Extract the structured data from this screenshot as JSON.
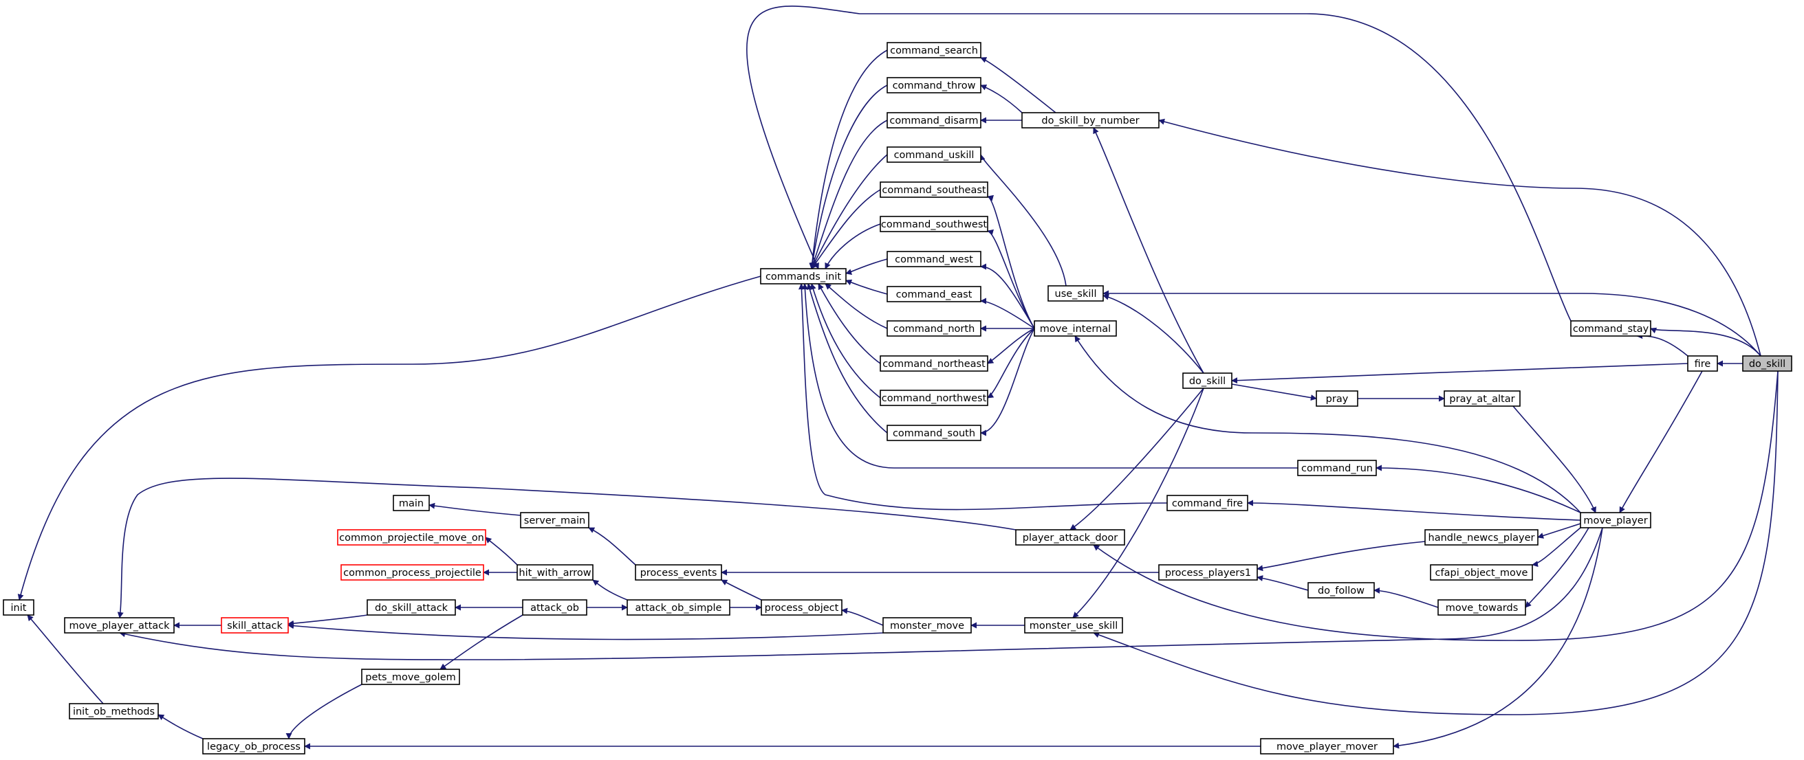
{
  "graph": {
    "type": "caller-graph",
    "edge_color": "#191970",
    "highlight_border_color": "#ff0000",
    "root_fill": "#bfbfbf",
    "nodes": [
      {
        "id": "do_skill_root",
        "label": "do_skill",
        "root": true
      },
      {
        "id": "fire",
        "label": "fire"
      },
      {
        "id": "command_stay",
        "label": "command_stay"
      },
      {
        "id": "do_skill",
        "label": "do_skill"
      },
      {
        "id": "use_skill",
        "label": "use_skill"
      },
      {
        "id": "do_skill_by_number",
        "label": "do_skill_by_number"
      },
      {
        "id": "command_search",
        "label": "command_search"
      },
      {
        "id": "command_throw",
        "label": "command_throw"
      },
      {
        "id": "command_disarm",
        "label": "command_disarm"
      },
      {
        "id": "command_uskill",
        "label": "command_uskill"
      },
      {
        "id": "command_southeast",
        "label": "command_southeast"
      },
      {
        "id": "command_southwest",
        "label": "command_southwest"
      },
      {
        "id": "command_west",
        "label": "command_west"
      },
      {
        "id": "command_east",
        "label": "command_east"
      },
      {
        "id": "command_north",
        "label": "command_north"
      },
      {
        "id": "command_northeast",
        "label": "command_northeast"
      },
      {
        "id": "command_northwest",
        "label": "command_northwest"
      },
      {
        "id": "command_south",
        "label": "command_south"
      },
      {
        "id": "commands_init",
        "label": "commands_init"
      },
      {
        "id": "move_internal",
        "label": "move_internal"
      },
      {
        "id": "pray",
        "label": "pray"
      },
      {
        "id": "pray_at_altar",
        "label": "pray_at_altar"
      },
      {
        "id": "command_run",
        "label": "command_run"
      },
      {
        "id": "command_fire",
        "label": "command_fire"
      },
      {
        "id": "move_player",
        "label": "move_player"
      },
      {
        "id": "handle_newcs_player",
        "label": "handle_newcs_player"
      },
      {
        "id": "cfapi_object_move",
        "label": "cfapi_object_move"
      },
      {
        "id": "move_towards",
        "label": "move_towards"
      },
      {
        "id": "do_follow",
        "label": "do_follow"
      },
      {
        "id": "process_players1",
        "label": "process_players1"
      },
      {
        "id": "player_attack_door",
        "label": "player_attack_door"
      },
      {
        "id": "monster_use_skill",
        "label": "monster_use_skill"
      },
      {
        "id": "monster_move",
        "label": "monster_move"
      },
      {
        "id": "process_object",
        "label": "process_object"
      },
      {
        "id": "process_events",
        "label": "process_events"
      },
      {
        "id": "server_main",
        "label": "server_main"
      },
      {
        "id": "main",
        "label": "main"
      },
      {
        "id": "attack_ob_simple",
        "label": "attack_ob_simple"
      },
      {
        "id": "attack_ob",
        "label": "attack_ob"
      },
      {
        "id": "hit_with_arrow",
        "label": "hit_with_arrow"
      },
      {
        "id": "common_projectile_move_on",
        "label": "common_projectile_move_on",
        "highlight": true
      },
      {
        "id": "common_process_projectile",
        "label": "common_process_projectile",
        "highlight": true
      },
      {
        "id": "do_skill_attack",
        "label": "do_skill_attack"
      },
      {
        "id": "skill_attack",
        "label": "skill_attack",
        "highlight": true
      },
      {
        "id": "move_player_attack",
        "label": "move_player_attack"
      },
      {
        "id": "pets_move_golem",
        "label": "pets_move_golem"
      },
      {
        "id": "legacy_ob_process",
        "label": "legacy_ob_process"
      },
      {
        "id": "init_ob_methods",
        "label": "init_ob_methods"
      },
      {
        "id": "init",
        "label": "init"
      },
      {
        "id": "move_player_mover",
        "label": "move_player_mover"
      }
    ],
    "edges": [
      {
        "from": "do_skill_root",
        "to": "fire"
      },
      {
        "from": "do_skill_root",
        "to": "command_stay"
      },
      {
        "from": "do_skill_root",
        "to": "do_skill_by_number"
      },
      {
        "from": "do_skill_root",
        "to": "use_skill"
      },
      {
        "from": "do_skill_root",
        "to": "player_attack_door"
      },
      {
        "from": "do_skill_root",
        "to": "monster_use_skill"
      },
      {
        "from": "fire",
        "to": "do_skill"
      },
      {
        "from": "fire",
        "to": "command_stay"
      },
      {
        "from": "fire",
        "to": "move_player"
      },
      {
        "from": "command_stay",
        "to": "commands_init"
      },
      {
        "from": "do_skill_by_number",
        "to": "command_search"
      },
      {
        "from": "do_skill_by_number",
        "to": "command_throw"
      },
      {
        "from": "do_skill_by_number",
        "to": "command_disarm"
      },
      {
        "from": "do_skill",
        "to": "use_skill"
      },
      {
        "from": "do_skill",
        "to": "do_skill_by_number"
      },
      {
        "from": "do_skill",
        "to": "pray"
      },
      {
        "from": "do_skill",
        "to": "player_attack_door"
      },
      {
        "from": "do_skill",
        "to": "monster_use_skill"
      },
      {
        "from": "use_skill",
        "to": "command_uskill"
      },
      {
        "from": "pray",
        "to": "pray_at_altar"
      },
      {
        "from": "pray_at_altar",
        "to": "move_player"
      },
      {
        "from": "command_search",
        "to": "commands_init"
      },
      {
        "from": "command_throw",
        "to": "commands_init"
      },
      {
        "from": "command_disarm",
        "to": "commands_init"
      },
      {
        "from": "command_uskill",
        "to": "commands_init"
      },
      {
        "from": "command_southeast",
        "to": "commands_init"
      },
      {
        "from": "command_southwest",
        "to": "commands_init"
      },
      {
        "from": "command_west",
        "to": "commands_init"
      },
      {
        "from": "command_east",
        "to": "commands_init"
      },
      {
        "from": "command_north",
        "to": "commands_init"
      },
      {
        "from": "command_northeast",
        "to": "commands_init"
      },
      {
        "from": "command_northwest",
        "to": "commands_init"
      },
      {
        "from": "command_south",
        "to": "commands_init"
      },
      {
        "from": "command_run",
        "to": "commands_init"
      },
      {
        "from": "command_fire",
        "to": "commands_init"
      },
      {
        "from": "commands_init",
        "to": "init"
      },
      {
        "from": "move_internal",
        "to": "command_southeast"
      },
      {
        "from": "move_internal",
        "to": "command_southwest"
      },
      {
        "from": "move_internal",
        "to": "command_west"
      },
      {
        "from": "move_internal",
        "to": "command_east"
      },
      {
        "from": "move_internal",
        "to": "command_north"
      },
      {
        "from": "move_internal",
        "to": "command_northeast"
      },
      {
        "from": "move_internal",
        "to": "command_northwest"
      },
      {
        "from": "move_internal",
        "to": "command_south"
      },
      {
        "from": "move_player",
        "to": "move_internal"
      },
      {
        "from": "move_player",
        "to": "command_run"
      },
      {
        "from": "move_player",
        "to": "command_fire"
      },
      {
        "from": "move_player",
        "to": "handle_newcs_player"
      },
      {
        "from": "move_player",
        "to": "cfapi_object_move"
      },
      {
        "from": "move_player",
        "to": "move_towards"
      },
      {
        "from": "move_player",
        "to": "move_player_attack"
      },
      {
        "from": "move_player",
        "to": "move_player_mover"
      },
      {
        "from": "handle_newcs_player",
        "to": "process_players1"
      },
      {
        "from": "move_towards",
        "to": "do_follow"
      },
      {
        "from": "do_follow",
        "to": "process_players1"
      },
      {
        "from": "process_players1",
        "to": "process_events"
      },
      {
        "from": "player_attack_door",
        "to": "move_player_attack"
      },
      {
        "from": "monster_use_skill",
        "to": "monster_move"
      },
      {
        "from": "monster_move",
        "to": "process_object"
      },
      {
        "from": "monster_move",
        "to": "skill_attack"
      },
      {
        "from": "process_object",
        "to": "process_events"
      },
      {
        "from": "process_events",
        "to": "server_main"
      },
      {
        "from": "server_main",
        "to": "main"
      },
      {
        "from": "attack_ob_simple",
        "to": "process_object"
      },
      {
        "from": "attack_ob_simple",
        "to": "hit_with_arrow"
      },
      {
        "from": "attack_ob",
        "to": "attack_ob_simple"
      },
      {
        "from": "attack_ob",
        "to": "do_skill_attack"
      },
      {
        "from": "attack_ob",
        "to": "pets_move_golem"
      },
      {
        "from": "hit_with_arrow",
        "to": "common_projectile_move_on"
      },
      {
        "from": "hit_with_arrow",
        "to": "common_process_projectile"
      },
      {
        "from": "do_skill_attack",
        "to": "skill_attack"
      },
      {
        "from": "skill_attack",
        "to": "move_player_attack"
      },
      {
        "from": "pets_move_golem",
        "to": "legacy_ob_process"
      },
      {
        "from": "legacy_ob_process",
        "to": "init_ob_methods"
      },
      {
        "from": "init_ob_methods",
        "to": "init"
      },
      {
        "from": "move_player_mover",
        "to": "legacy_ob_process"
      }
    ]
  }
}
